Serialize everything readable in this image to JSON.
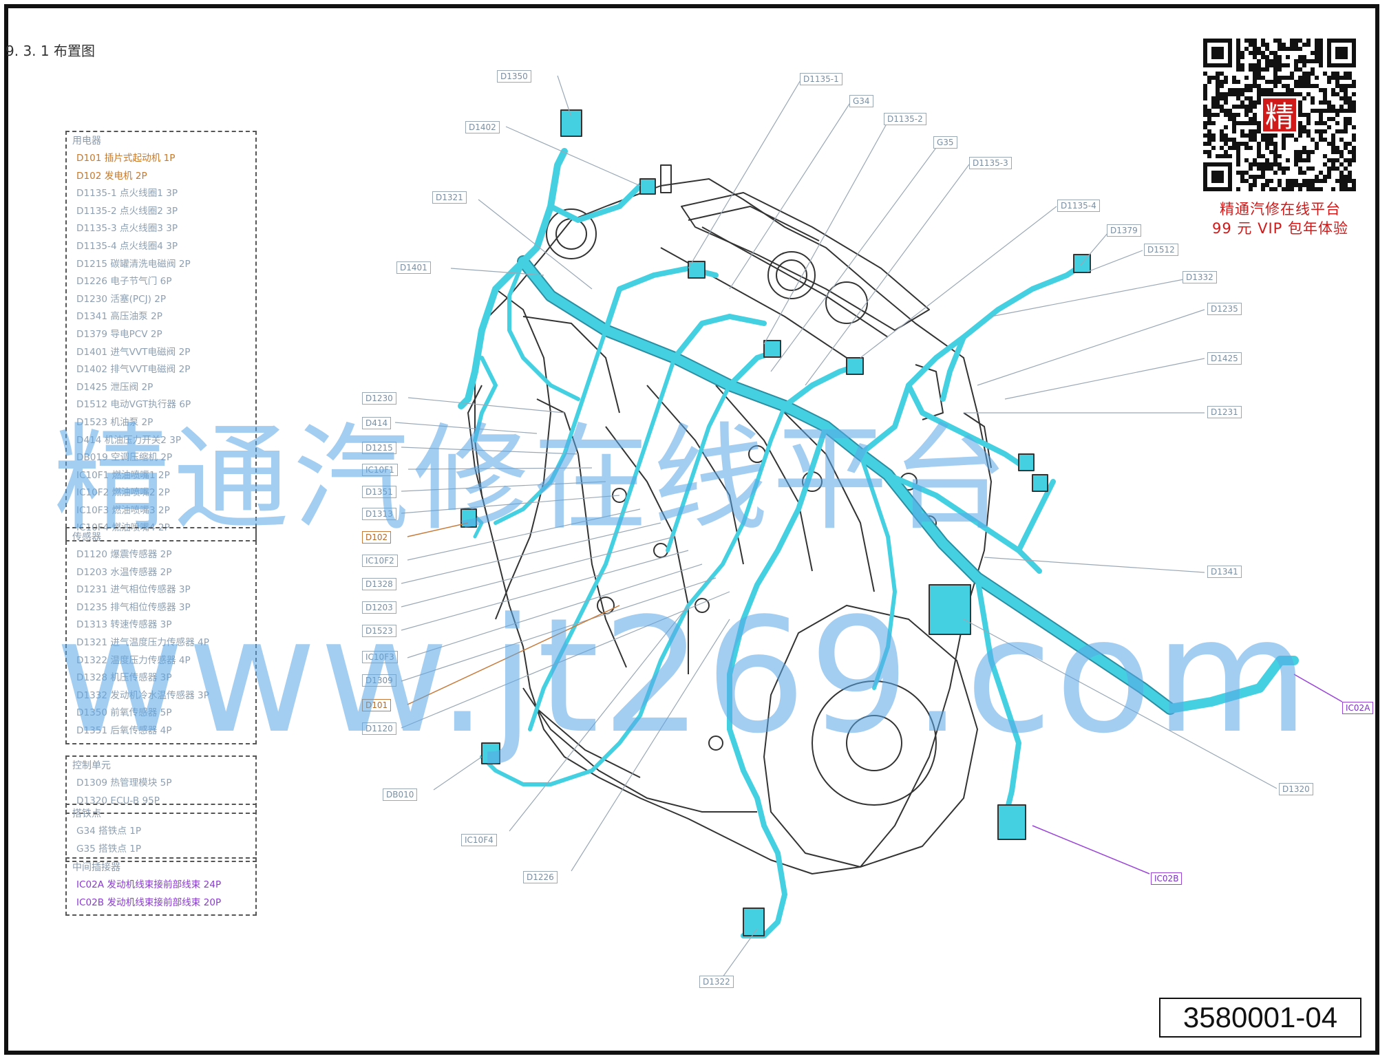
{
  "heading": "9. 3. 1 布置图",
  "legend": [
    {
      "category": "用电器",
      "items": [
        {
          "text": "D101  插片式起动机  1P",
          "color": "orange"
        },
        {
          "text": "D102  发电机  2P",
          "color": "orange"
        },
        {
          "text": "D1135-1  点火线圈1  3P",
          "color": "gray"
        },
        {
          "text": "D1135-2  点火线圈2  3P",
          "color": "gray"
        },
        {
          "text": "D1135-3  点火线圈3  3P",
          "color": "gray"
        },
        {
          "text": "D1135-4  点火线圈4  3P",
          "color": "gray"
        },
        {
          "text": "D1215  碳罐清洗电磁阀  2P",
          "color": "gray"
        },
        {
          "text": "D1226  电子节气门  6P",
          "color": "gray"
        },
        {
          "text": "D1230  活塞(PCJ)  2P",
          "color": "gray"
        },
        {
          "text": "D1341  高压油泵  2P",
          "color": "gray"
        },
        {
          "text": "D1379  导电PCV  2P",
          "color": "gray"
        },
        {
          "text": "D1401  进气VVT电磁阀  2P",
          "color": "gray"
        },
        {
          "text": "D1402  排气VVT电磁阀  2P",
          "color": "gray"
        },
        {
          "text": "D1425  泄压阀  2P",
          "color": "gray"
        },
        {
          "text": "D1512  电动VGT执行器  6P",
          "color": "gray"
        },
        {
          "text": "D1523  机油泵  2P",
          "color": "gray"
        },
        {
          "text": "D414  机油压力开关2  3P",
          "color": "gray"
        },
        {
          "text": "DB019  空调压缩机  2P",
          "color": "gray"
        },
        {
          "text": "IC10F1  燃油喷嘴1  2P",
          "color": "gray"
        },
        {
          "text": "IC10F2  燃油喷嘴2  2P",
          "color": "gray"
        },
        {
          "text": "IC10F3  燃油喷嘴3  2P",
          "color": "gray"
        },
        {
          "text": "IC10F4  燃油喷嘴4  2P",
          "color": "gray"
        }
      ]
    },
    {
      "category": "传感器",
      "items": [
        {
          "text": "D1120  爆震传感器  2P",
          "color": "gray"
        },
        {
          "text": "D1203  水温传感器  2P",
          "color": "gray"
        },
        {
          "text": "D1231  进气相位传感器  3P",
          "color": "gray"
        },
        {
          "text": "D1235  排气相位传感器  3P",
          "color": "gray"
        },
        {
          "text": "D1313  转速传感器  3P",
          "color": "gray"
        },
        {
          "text": "D1321  进气温度压力传感器  4P",
          "color": "gray"
        },
        {
          "text": "D1322  温度压力传感器  4P",
          "color": "gray"
        },
        {
          "text": "D1328  机压传感器  3P",
          "color": "gray"
        },
        {
          "text": "D1332  发动机冷水温传感器  3P",
          "color": "gray"
        },
        {
          "text": "D1350  前氧传感器  5P",
          "color": "gray"
        },
        {
          "text": "D1351  后氧传感器  4P",
          "color": "gray"
        }
      ]
    },
    {
      "category": "控制单元",
      "items": [
        {
          "text": "D1309  热管理模块  5P",
          "color": "gray"
        },
        {
          "text": "D1320  ECU-B  95P",
          "color": "gray"
        }
      ]
    },
    {
      "category": "搭铁点",
      "items": [
        {
          "text": "G34  搭铁点  1P",
          "color": "gray"
        },
        {
          "text": "G35  搭铁点  1P",
          "color": "gray"
        }
      ]
    },
    {
      "category": "中间插接器",
      "items": [
        {
          "text": "IC02A  发动机线束接前部线束  24P",
          "color": "purple"
        },
        {
          "text": "IC02B  发动机线束接前部线束  20P",
          "color": "purple"
        }
      ]
    }
  ],
  "callouts": [
    {
      "id": "D1350",
      "color": "gray"
    },
    {
      "id": "D1402",
      "color": "gray"
    },
    {
      "id": "D1321",
      "color": "gray"
    },
    {
      "id": "D1401",
      "color": "gray"
    },
    {
      "id": "D1135-1",
      "color": "gray"
    },
    {
      "id": "G34",
      "color": "gray"
    },
    {
      "id": "D1135-2",
      "color": "gray"
    },
    {
      "id": "G35",
      "color": "gray"
    },
    {
      "id": "D1135-3",
      "color": "gray"
    },
    {
      "id": "D1135-4",
      "color": "gray"
    },
    {
      "id": "D1379",
      "color": "gray"
    },
    {
      "id": "D1512",
      "color": "gray"
    },
    {
      "id": "D1332",
      "color": "gray"
    },
    {
      "id": "D1235",
      "color": "gray"
    },
    {
      "id": "D1425",
      "color": "gray"
    },
    {
      "id": "D1231",
      "color": "gray"
    },
    {
      "id": "D1341",
      "color": "gray"
    },
    {
      "id": "D1230",
      "color": "gray"
    },
    {
      "id": "D414",
      "color": "gray"
    },
    {
      "id": "D1215",
      "color": "gray"
    },
    {
      "id": "IC10F1",
      "color": "gray"
    },
    {
      "id": "D1351",
      "color": "gray"
    },
    {
      "id": "D1313",
      "color": "gray"
    },
    {
      "id": "D102",
      "color": "orange"
    },
    {
      "id": "IC10F2",
      "color": "gray"
    },
    {
      "id": "D1328",
      "color": "gray"
    },
    {
      "id": "D1203",
      "color": "gray"
    },
    {
      "id": "D1523",
      "color": "gray"
    },
    {
      "id": "IC10F3",
      "color": "gray"
    },
    {
      "id": "D1309",
      "color": "gray"
    },
    {
      "id": "D101",
      "color": "orange"
    },
    {
      "id": "D1120",
      "color": "gray"
    },
    {
      "id": "DB010",
      "color": "gray"
    },
    {
      "id": "IC10F4",
      "color": "gray"
    },
    {
      "id": "D1226",
      "color": "gray"
    },
    {
      "id": "D1322",
      "color": "gray"
    },
    {
      "id": "D1320",
      "color": "gray"
    },
    {
      "id": "IC02A",
      "color": "purple"
    },
    {
      "id": "IC02B",
      "color": "purple"
    }
  ],
  "brand": {
    "qr_badge": "精",
    "line1": "精通汽修在线平台",
    "line2": "99 元 VIP 包年体验"
  },
  "watermark": {
    "line1": "精通汽修在线平台",
    "line2": "www.jt269.com"
  },
  "doc_number": "3580001-04",
  "colors": {
    "harness": "#45d0e2",
    "engine_line": "#333333",
    "orange": "#c8782a",
    "purple": "#8a3ad0",
    "label_gray": "#7b8ea0",
    "brand_red": "#d01a1a",
    "watermark": "#5aa5e6"
  }
}
